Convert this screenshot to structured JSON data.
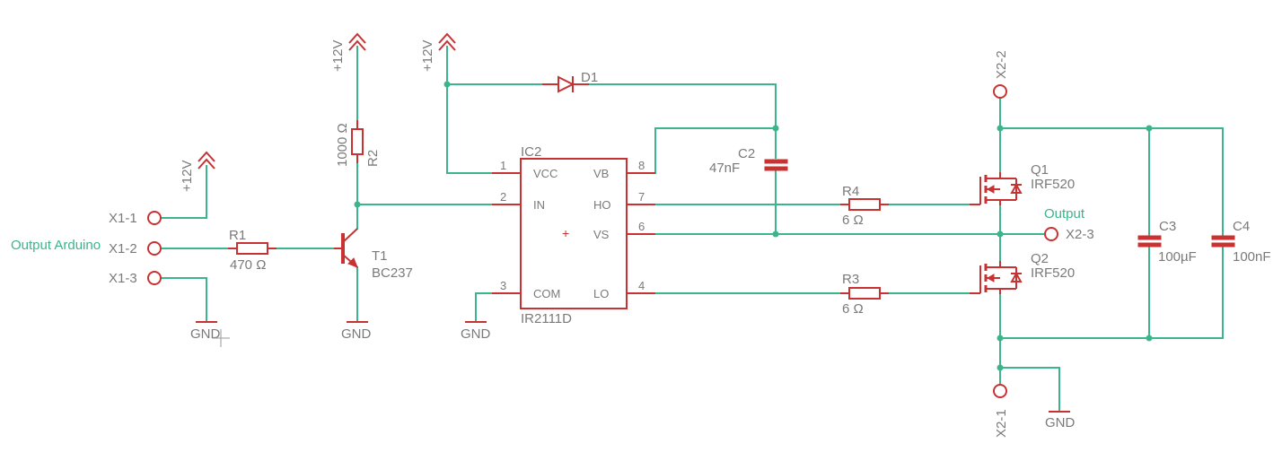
{
  "labels": {
    "x1_1": "X1-1",
    "x1_2": "X1-2",
    "x1_3": "X1-3",
    "net_arduino": "Output Arduino",
    "r1_name": "R1",
    "r1_value": "470 Ω",
    "r2_name": "R2",
    "r2_value": "1000 Ω",
    "t1_name": "T1",
    "t1_value": "BC237",
    "ic2_name": "IC2",
    "ic2_value": "IR2111D",
    "ic2_pins": {
      "p1": "1",
      "p2": "2",
      "p3": "3",
      "p4": "4",
      "p6": "6",
      "p7": "7",
      "p8": "8",
      "vcc": "VCC",
      "in": "IN",
      "com": "COM",
      "vb": "VB",
      "ho": "HO",
      "vs": "VS",
      "lo": "LO"
    },
    "d1_name": "D1",
    "c2_name": "C2",
    "c2_value": "47nF",
    "r3_name": "R3",
    "r3_value": "6 Ω",
    "r4_name": "R4",
    "r4_value": "6 Ω",
    "q1_name": "Q1",
    "q1_value": "IRF520",
    "q2_name": "Q2",
    "q2_value": "IRF520",
    "net_output": "Output",
    "x2_1": "X2-1",
    "x2_2": "X2-2",
    "x2_3": "X2-3",
    "c3_name": "C3",
    "c3_value": "100µF",
    "c4_name": "C4",
    "c4_value": "100nF",
    "supply": "+12V",
    "gnd": "GND"
  },
  "colors": {
    "wire": "#3cb48c",
    "symbol": "#c83232",
    "text": "#7a7a7a"
  }
}
